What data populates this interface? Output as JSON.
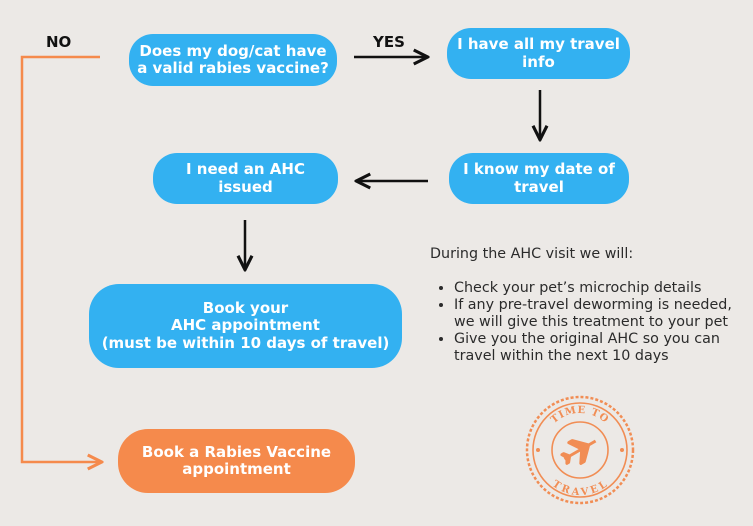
{
  "nodes": {
    "rabies_question": "Does my dog/cat have\na valid rabies vaccine?",
    "travel_info": "I have all my travel\ninfo",
    "travel_date": "I know my date of\ntravel",
    "need_ahc": "I need an AHC\nissued",
    "book_ahc": "Book your\nAHC appointment\n(must be within 10 days of travel)",
    "book_rabies": "Book a Rabies Vaccine\nappointment"
  },
  "labels": {
    "yes": "YES",
    "no": "NO"
  },
  "info": {
    "intro": "During the AHC visit we will:",
    "items": [
      "Check your pet’s microchip details",
      "If any pre-travel deworming is needed, we will give this treatment to your pet",
      "Give you the original AHC so you can travel within the next 10 days"
    ]
  },
  "stamp": {
    "top_text": "TIME TO",
    "bottom_text": "TRAVEL"
  },
  "colors": {
    "background": "#ece9e6",
    "blue": "#33b1f1",
    "orange": "#f58a4c",
    "stamp": "#f27d3b",
    "arrow": "#111111"
  }
}
